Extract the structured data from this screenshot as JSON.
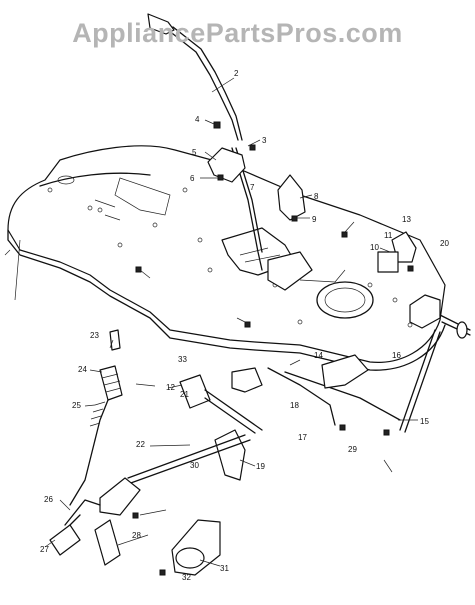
{
  "watermark": "AppliancePartsPros.com",
  "callouts": [
    "2",
    "3",
    "4",
    "5",
    "6",
    "7",
    "8",
    "9",
    "10",
    "11",
    "12",
    "13",
    "14",
    "15",
    "16",
    "17",
    "18",
    "19",
    "20",
    "21",
    "22",
    "23",
    "24",
    "25",
    "26",
    "27",
    "28",
    "29",
    "30",
    "31",
    "32",
    "33"
  ]
}
